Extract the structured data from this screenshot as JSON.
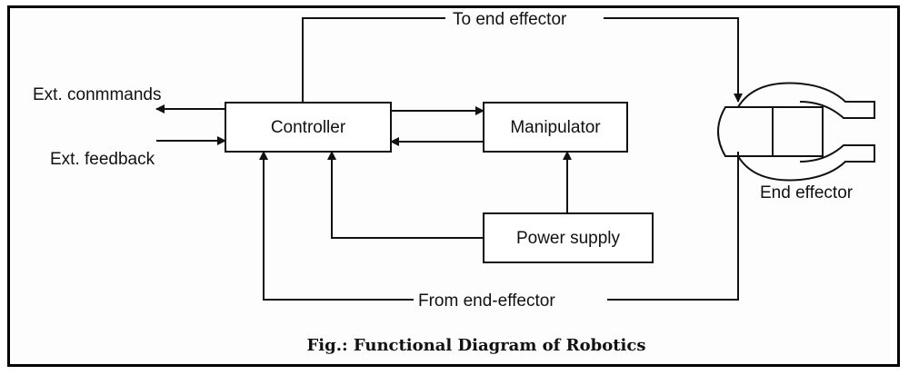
{
  "diagram": {
    "boxes": {
      "controller": "Controller",
      "manipulator": "Manipulator",
      "power_supply": "Power supply"
    },
    "labels": {
      "ext_commands": "Ext. conmmands",
      "ext_feedback": "Ext. feedback",
      "to_end_effector": "To end effector",
      "from_end_effector": "From end-effector",
      "end_effector": "End effector"
    },
    "caption": "Fig.: Functional Diagram of Robotics"
  }
}
